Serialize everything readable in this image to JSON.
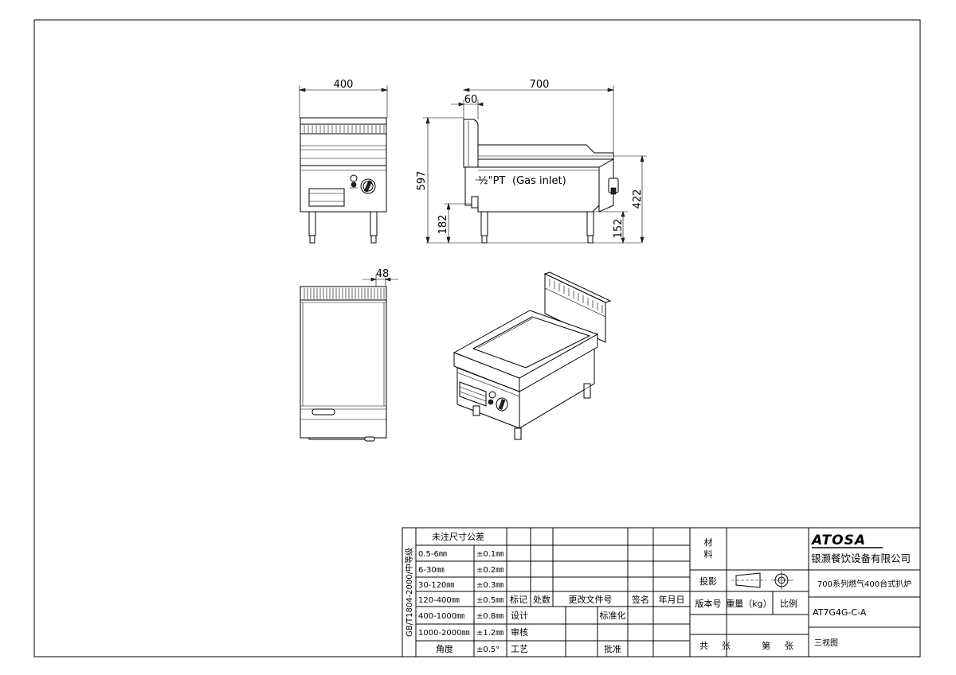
{
  "views": {
    "front": {
      "dim_width": "400"
    },
    "side": {
      "dim_depth": "700",
      "dim_backsplash": "60",
      "dim_height": "597",
      "dim_gas_inlet_height": "182",
      "dim_right_height": "422",
      "dim_leg_height": "152",
      "gas_inlet_label_prefix": "½\"PT",
      "gas_inlet_label": "(Gas inlet)"
    },
    "top": {
      "dim_offset": "48"
    }
  },
  "title_block": {
    "tolerance_header": "未注尺寸公差",
    "standard_label": "GB/T1804-2000/中等级",
    "tolerances": [
      {
        "range": "0.5-6㎜",
        "value": "±0.1㎜"
      },
      {
        "range": "6-30㎜",
        "value": "±0.2㎜"
      },
      {
        "range": "30-120㎜",
        "value": "±0.3㎜"
      },
      {
        "range": "120-400㎜",
        "value": "±0.5㎜"
      },
      {
        "range": "400-1000㎜",
        "value": "±0.8㎜"
      },
      {
        "range": "1000-2000㎜",
        "value": "±1.2㎜"
      },
      {
        "range": "角度",
        "value": "±0.5°"
      }
    ],
    "revision_headers": {
      "mark": "标记",
      "count": "处数",
      "doc": "更改文件号",
      "sign": "签名",
      "date": "年月日"
    },
    "signoff": {
      "design": "设计",
      "review": "审核",
      "process": "工艺",
      "standardize": "标准化",
      "approve": "批准"
    },
    "material_label_1": "材",
    "material_label_2": "料",
    "projection_label": "投影",
    "version_label": "版本号",
    "weight_label": "重量（kg）",
    "scale_label": "比例",
    "total_label": "共",
    "sheets_label": "张",
    "sheet_no_label": "第",
    "sheet_label": "张",
    "logo_text": "ATOSA",
    "company": "银灏餐饮设备有限公司",
    "product_name": "700系列燃气400台式扒炉",
    "model": "AT7G4G-C-A",
    "view_type": "三视图"
  }
}
